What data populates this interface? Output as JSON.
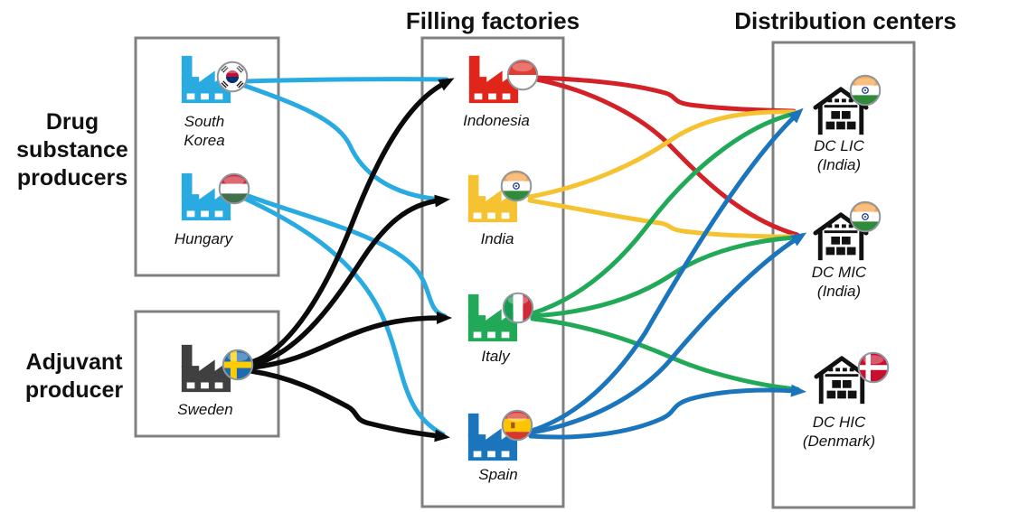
{
  "section_titles": {
    "filling": "Filling factories",
    "distribution": "Distribution centers"
  },
  "side_labels": {
    "drug_substance": {
      "lines": [
        "Drug",
        "substance",
        "producers"
      ]
    },
    "adjuvant": {
      "lines": [
        "Adjuvant",
        "producer"
      ]
    }
  },
  "colors": {
    "producer_cyan": "#29ABE2",
    "adjuvant_black": "#0b0b0b",
    "indonesia_red": "#D42027",
    "india_yellow": "#F5C331",
    "italy_green": "#21A958",
    "spain_blue": "#1B75BC",
    "box_border": "#808080",
    "warehouse_black": "#111111",
    "sweden_gray": "#404040"
  },
  "nodes": [
    {
      "id": "south_korea",
      "type": "factory",
      "color": "#29ABE2",
      "flag": "south-korea",
      "label_lines": [
        "South",
        "Korea"
      ]
    },
    {
      "id": "hungary",
      "type": "factory",
      "color": "#29ABE2",
      "flag": "hungary",
      "label_lines": [
        "Hungary"
      ]
    },
    {
      "id": "sweden",
      "type": "factory",
      "color": "#404040",
      "flag": "sweden",
      "label_lines": [
        "Sweden"
      ]
    },
    {
      "id": "indonesia",
      "type": "factory",
      "color": "#E1251B",
      "flag": "indonesia",
      "label_lines": [
        "Indonesia"
      ]
    },
    {
      "id": "india",
      "type": "factory",
      "color": "#F5C331",
      "flag": "india",
      "label_lines": [
        "India"
      ]
    },
    {
      "id": "italy",
      "type": "factory",
      "color": "#21A958",
      "flag": "italy",
      "label_lines": [
        "Italy"
      ]
    },
    {
      "id": "spain",
      "type": "factory",
      "color": "#1B75BC",
      "flag": "spain",
      "label_lines": [
        "Spain"
      ]
    },
    {
      "id": "dc_lic",
      "type": "warehouse",
      "color": "#111111",
      "flag": "india",
      "label_lines": [
        "DC LIC",
        "(India)"
      ]
    },
    {
      "id": "dc_mic",
      "type": "warehouse",
      "color": "#111111",
      "flag": "india",
      "label_lines": [
        "DC MIC",
        "(India)"
      ]
    },
    {
      "id": "dc_hic",
      "type": "warehouse",
      "color": "#111111",
      "flag": "denmark",
      "label_lines": [
        "DC HIC",
        "(Denmark)"
      ]
    }
  ],
  "edges": [
    {
      "from": "south_korea",
      "to": "indonesia",
      "color_key": "producer_cyan",
      "arrow": false
    },
    {
      "from": "south_korea",
      "to": "india",
      "color_key": "producer_cyan",
      "arrow": false
    },
    {
      "from": "hungary",
      "to": "italy",
      "color_key": "producer_cyan",
      "arrow": false
    },
    {
      "from": "hungary",
      "to": "spain",
      "color_key": "producer_cyan",
      "arrow": false
    },
    {
      "from": "sweden",
      "to": "indonesia",
      "color_key": "adjuvant_black",
      "arrow": true
    },
    {
      "from": "sweden",
      "to": "india",
      "color_key": "adjuvant_black",
      "arrow": true
    },
    {
      "from": "sweden",
      "to": "italy",
      "color_key": "adjuvant_black",
      "arrow": true
    },
    {
      "from": "sweden",
      "to": "spain",
      "color_key": "adjuvant_black",
      "arrow": true
    },
    {
      "from": "indonesia",
      "to": "dc_lic",
      "color_key": "indonesia_red",
      "arrow": false
    },
    {
      "from": "indonesia",
      "to": "dc_mic",
      "color_key": "indonesia_red",
      "arrow": false
    },
    {
      "from": "india",
      "to": "dc_lic",
      "color_key": "india_yellow",
      "arrow": false
    },
    {
      "from": "india",
      "to": "dc_mic",
      "color_key": "india_yellow",
      "arrow": false
    },
    {
      "from": "italy",
      "to": "dc_lic",
      "color_key": "italy_green",
      "arrow": false
    },
    {
      "from": "italy",
      "to": "dc_mic",
      "color_key": "italy_green",
      "arrow": false
    },
    {
      "from": "italy",
      "to": "dc_hic",
      "color_key": "italy_green",
      "arrow": false
    },
    {
      "from": "spain",
      "to": "dc_lic",
      "color_key": "spain_blue",
      "arrow": true
    },
    {
      "from": "spain",
      "to": "dc_mic",
      "color_key": "spain_blue",
      "arrow": true
    },
    {
      "from": "spain",
      "to": "dc_hic",
      "color_key": "spain_blue",
      "arrow": true
    }
  ]
}
